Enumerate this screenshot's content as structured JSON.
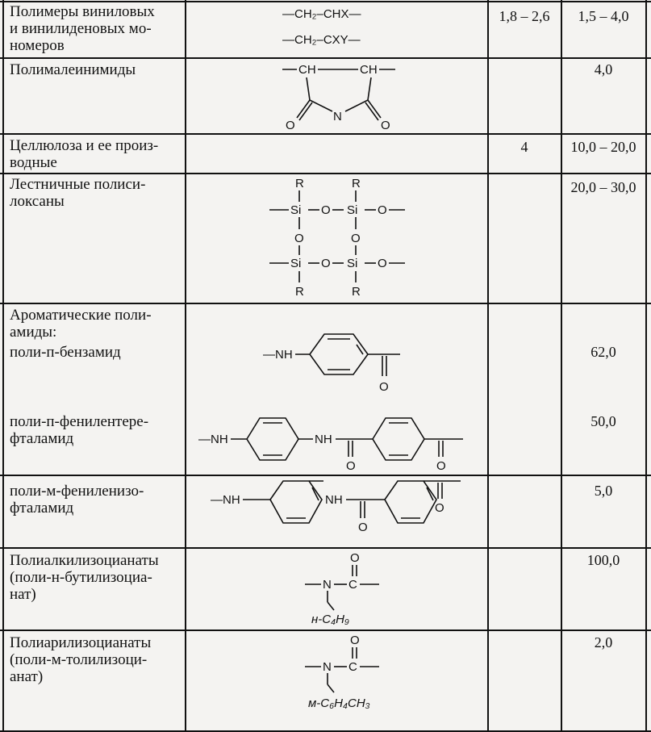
{
  "rows": [
    {
      "name": [
        "Полимеры виниловых",
        "и винилиденовых мо-",
        "номеров"
      ],
      "a": "1,8 – 2,6",
      "b": "1,5 – 4,0"
    },
    {
      "name": [
        "Полималеинимиды"
      ],
      "a": "",
      "b": "4,0"
    },
    {
      "name": [
        "Целлюлоза и ее произ-",
        "водные"
      ],
      "a": "4",
      "b": "10,0 – 20,0"
    },
    {
      "name": [
        "Лестничные полиси-",
        "локсаны"
      ],
      "a": "",
      "b": "20,0 – 30,0"
    },
    {
      "name": [
        "Ароматические поли-",
        "амиды:"
      ],
      "a": "",
      "b": ""
    },
    {
      "name": [
        "поли-п-бензамид"
      ],
      "a": "",
      "b": "62,0"
    },
    {
      "name": [
        "поли-п-фенилентере-",
        "фталамид"
      ],
      "a": "",
      "b": "50,0"
    },
    {
      "name": [
        "поли-м-фениленизо-",
        "фталамид"
      ],
      "a": "",
      "b": "5,0"
    },
    {
      "name": [
        "Полиалкилизоцианаты",
        "(поли-н-бутилизоциа-",
        "нат)"
      ],
      "a": "",
      "b": "100,0"
    },
    {
      "name": [
        "Полиарилизоцианаты",
        "(поли-м-толилизоци-",
        "анат)"
      ],
      "a": "",
      "b": "2,0"
    }
  ],
  "formulas": {
    "vinyl": [
      "—CH₂–CHX—",
      "—CH₂–CXY—"
    ],
    "maleimide": {
      "ch1": "CH",
      "ch2": "CH",
      "o1": "O",
      "n": "N",
      "o2": "O"
    },
    "siloxane": {
      "r": "R",
      "si": "Si",
      "o": "O"
    },
    "benzamide": {
      "nh": "—NH",
      "o": "O"
    },
    "terephthalamide": {
      "nh1": "—NH",
      "nh2": "NH",
      "o1": "O",
      "o2": "O"
    },
    "isophthalamide": {
      "nh1": "—NH",
      "nh2": "NH",
      "o1": "O",
      "o2": "O"
    },
    "butyl": {
      "o": "O",
      "n": "N",
      "c": "C",
      "sub": "н-C₄H₉"
    },
    "tolyl": {
      "o": "O",
      "n": "N",
      "c": "C",
      "sub": "м-C₆H₄CH₃"
    }
  }
}
